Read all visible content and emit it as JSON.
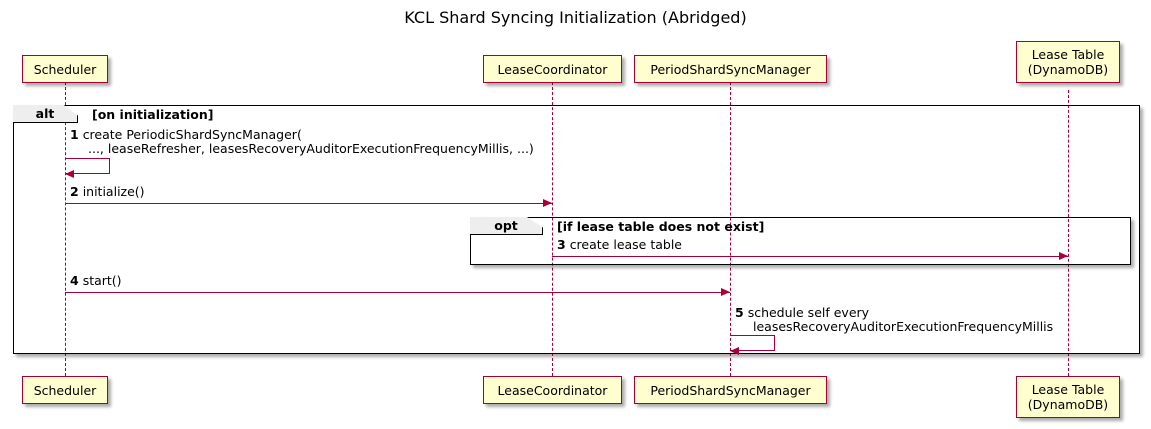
{
  "diagram": {
    "title": "KCL Shard Syncing Initialization (Abridged)",
    "type": "sequence-diagram",
    "colors": {
      "participant_fill": "#FEFECE",
      "participant_border": "#A80036",
      "arrow": "#A80036",
      "fragment_border": "#000000",
      "fragment_tab_fill": "#EEEEEE",
      "background": "#FFFFFF"
    }
  },
  "participants": [
    {
      "id": "scheduler",
      "label": "Scheduler",
      "lines": [
        "Scheduler"
      ]
    },
    {
      "id": "lease-coordinator",
      "label": "LeaseCoordinator",
      "lines": [
        "LeaseCoordinator"
      ]
    },
    {
      "id": "period-shard-sync-manager",
      "label": "PeriodShardSyncManager",
      "lines": [
        "PeriodShardSyncManager"
      ]
    },
    {
      "id": "lease-table",
      "label": "Lease Table (DynamoDB)",
      "lines": [
        "Lease Table",
        "(DynamoDB)"
      ]
    }
  ],
  "fragments": [
    {
      "id": "alt-on-initialization",
      "operator": "alt",
      "condition": "[on initialization]"
    },
    {
      "id": "opt-lease-table-missing",
      "operator": "opt",
      "condition": "[if lease table does not exist]"
    }
  ],
  "messages": [
    {
      "number": "1",
      "from": "scheduler",
      "to": "scheduler",
      "kind": "self",
      "lines": [
        "create PeriodicShardSyncManager(",
        "..., leaseRefresher, leasesRecoveryAuditorExecutionFrequencyMillis, ...)"
      ]
    },
    {
      "number": "2",
      "from": "scheduler",
      "to": "lease-coordinator",
      "kind": "sync",
      "lines": [
        "initialize()"
      ]
    },
    {
      "number": "3",
      "from": "lease-coordinator",
      "to": "lease-table",
      "kind": "sync",
      "lines": [
        "create lease table"
      ]
    },
    {
      "number": "4",
      "from": "scheduler",
      "to": "period-shard-sync-manager",
      "kind": "sync",
      "lines": [
        "start()"
      ]
    },
    {
      "number": "5",
      "from": "period-shard-sync-manager",
      "to": "period-shard-sync-manager",
      "kind": "self",
      "lines": [
        "schedule self every",
        "leasesRecoveryAuditorExecutionFrequencyMillis"
      ]
    }
  ]
}
